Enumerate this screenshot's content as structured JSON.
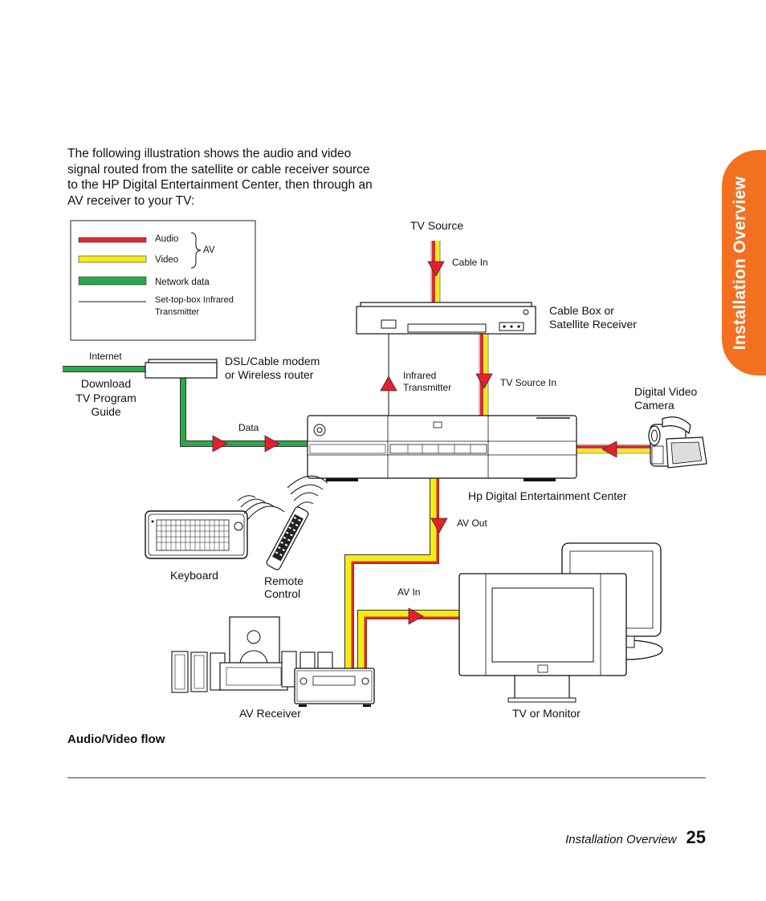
{
  "intro_text": "The following illustration shows the audio and video signal routed from the satellite or cable receiver source to the HP Digital Entertainment Center, then through an AV receiver to your TV:",
  "side_tab_label": "Installation Overview",
  "legend": {
    "audio": "Audio",
    "video": "Video",
    "av": "AV",
    "network": "Network data",
    "ir_line1": "Set-top-box Infrared",
    "ir_line2": "Transmitter"
  },
  "colors": {
    "audio": "#e02a2a",
    "video": "#f4ec1a",
    "network": "#2aa84a",
    "arrow": "#e4202a",
    "tab": "#f37021",
    "rule": "#2c3e8c"
  },
  "labels": {
    "tv_source": "TV Source",
    "cable_in": "Cable In",
    "cable_box_1": "Cable Box or",
    "cable_box_2": "Satellite Receiver",
    "internet": "Internet",
    "modem_1": "DSL/Cable modem",
    "modem_2": "or Wireless router",
    "download_1": "Download",
    "download_2": "TV Program",
    "download_3": "Guide",
    "infrared_1": "Infrared",
    "infrared_2": "Transmitter",
    "tv_source_in": "TV Source In",
    "camera_1": "Digital Video",
    "camera_2": "Camera",
    "data": "Data",
    "hp_center": "Hp Digital Entertainment Center",
    "av_out": "AV Out",
    "keyboard": "Keyboard",
    "remote_1": "Remote",
    "remote_2": "Control",
    "av_in": "AV In",
    "av_receiver": "AV Receiver",
    "tv_monitor": "TV or Monitor"
  },
  "caption": "Audio/Video flow",
  "footer": {
    "section": "Installation Overview",
    "page_number": "25"
  }
}
